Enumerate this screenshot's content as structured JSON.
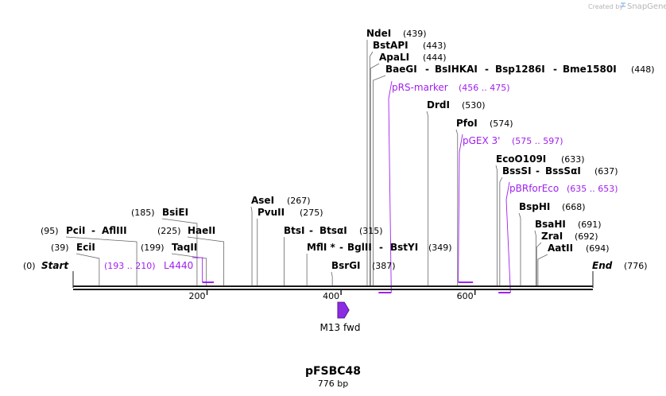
{
  "plasmid": {
    "name": "pFSBC48",
    "length_label": "776 bp",
    "length": 776
  },
  "branding": {
    "created_by": "Created by",
    "app": "SnapGene"
  },
  "colors": {
    "primer": "#a020f0",
    "feature": "#8b2be2",
    "backbone": "#1a1a1a"
  },
  "ticks": [
    {
      "label": "200",
      "value": 200
    },
    {
      "label": "400",
      "value": 400
    },
    {
      "label": "600",
      "value": 600
    }
  ],
  "ends": {
    "start": {
      "name": "Start",
      "pos": "(0)",
      "value": 0
    },
    "end": {
      "name": "End",
      "pos": "(776)",
      "value": 776
    }
  },
  "sites": [
    {
      "name": "EciI",
      "pos": "(39)",
      "value": 39
    },
    {
      "name": "PciI",
      "pos": "(95)",
      "value": 95,
      "alias": "AflIII"
    },
    {
      "name": "BsiEI",
      "pos": "(185)",
      "value": 185
    },
    {
      "name": "TaqII",
      "pos": "(199)",
      "value": 199
    },
    {
      "name": "HaeII",
      "pos": "(225)",
      "value": 225
    },
    {
      "name": "AseI",
      "pos": "(267)",
      "value": 267
    },
    {
      "name": "PvuII",
      "pos": "(275)",
      "value": 275
    },
    {
      "name": "BtsI",
      "pos": "(315)",
      "value": 315,
      "alias": "BtsαI"
    },
    {
      "name": "MflI *",
      "pos": "(349)",
      "value": 349,
      "alias": "BglII",
      "alias2": "BstYI"
    },
    {
      "name": "BsrGI",
      "pos": "(387)",
      "value": 387
    },
    {
      "name": "NdeI",
      "pos": "(439)",
      "value": 439
    },
    {
      "name": "BstAPI",
      "pos": "(443)",
      "value": 443
    },
    {
      "name": "ApaLI",
      "pos": "(444)",
      "value": 444
    },
    {
      "name": "BaeGI",
      "pos": "(448)",
      "value": 448,
      "alias": "BsIHKAI",
      "alias2": "Bsp1286I",
      "alias3": "Bme1580I"
    },
    {
      "name": "DrdI",
      "pos": "(530)",
      "value": 530
    },
    {
      "name": "PfoI",
      "pos": "(574)",
      "value": 574
    },
    {
      "name": "EcoO109I",
      "pos": "(633)",
      "value": 633
    },
    {
      "name": "BssSI",
      "pos": "(637)",
      "value": 637,
      "alias": "BssSαI"
    },
    {
      "name": "BspHI",
      "pos": "(668)",
      "value": 668
    },
    {
      "name": "BsaHI",
      "pos": "(691)",
      "value": 691
    },
    {
      "name": "ZraI",
      "pos": "(692)",
      "value": 692
    },
    {
      "name": "AatII",
      "pos": "(694)",
      "value": 694
    }
  ],
  "separator": "-",
  "primers": [
    {
      "name": "L4440",
      "range": "(193 .. 210)",
      "start": 193,
      "end": 210,
      "strand": "top"
    },
    {
      "name": "pRS-marker",
      "range": "(456 .. 475)",
      "start": 456,
      "end": 475,
      "strand": "bottom"
    },
    {
      "name": "pGEX 3'",
      "range": "(575 .. 597)",
      "start": 575,
      "end": 597,
      "strand": "top"
    },
    {
      "name": "pBRforEco",
      "range": "(635 .. 653)",
      "start": 635,
      "end": 653,
      "strand": "bottom"
    }
  ],
  "features": [
    {
      "name": "M13 fwd",
      "start": 395,
      "end": 412,
      "direction": "forward"
    }
  ]
}
